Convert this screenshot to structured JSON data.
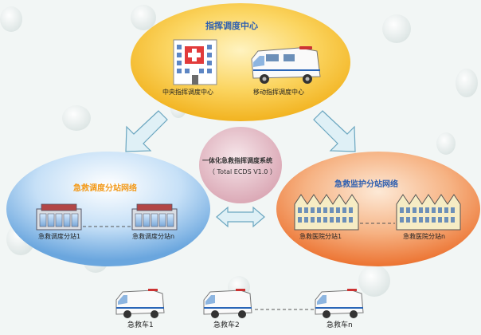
{
  "command_center": {
    "title": "指挥调度中心",
    "central_label": "中央指挥调度中心",
    "mobile_label": "移动指挥调度中心"
  },
  "system": {
    "line1": "一体化急救指挥调度系统",
    "line2": "（ Total ECDS V1.0 ）"
  },
  "dispatch_network": {
    "title": "急救调度分站网络",
    "station1": "急救调度分站1",
    "stationN": "急救调度分站n"
  },
  "monitor_network": {
    "title": "急救监护分站网络",
    "hospital1": "急救医院分站1",
    "hospitalN": "急救医院分站n"
  },
  "ambulances": [
    "急救车1",
    "急救车2",
    "急救车n"
  ],
  "colors": {
    "command_ellipse": "#f7c43b",
    "dispatch_ellipse": "#8fc0ec",
    "monitor_ellipse": "#f08a4b",
    "system_circle": "#e7c4cc",
    "title_blue": "#2e5fb0",
    "title_orange": "#f39a1a",
    "arrow_fill": "#dff0f6",
    "arrow_stroke": "#6aa6c0"
  }
}
